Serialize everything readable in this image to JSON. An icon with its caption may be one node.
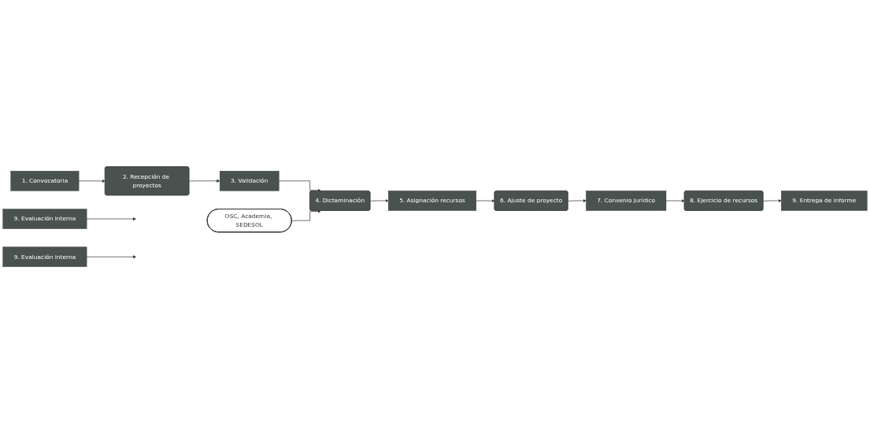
{
  "diagram": {
    "nodes": [
      {
        "text": [
          "1. Convocatoria"
        ]
      },
      {
        "text": [
          "2. Recepción de proyectos"
        ]
      },
      {
        "text": [
          "3. Validación"
        ]
      },
      {
        "text": [
          "4. Dictaminación"
        ]
      },
      {
        "text": [
          "OSC, Academia, SEDESOL"
        ]
      },
      {
        "text": [
          "5. Asignación recursos"
        ]
      },
      {
        "text": [
          "6. Ajuste de proyecto"
        ]
      },
      {
        "text": [
          "7. Convenio jurídico"
        ]
      },
      {
        "text": [
          "8. Ejercicio de recursos"
        ]
      },
      {
        "text": [
          "9. Entrega de informe"
        ]
      },
      {
        "text": [
          "9. Evaluación interna"
        ]
      },
      {
        "text": [
          "9. Evaluación interna"
        ]
      }
    ],
    "edges": [
      {
        "from": 0,
        "to": 1,
        "arrow": "to"
      },
      {
        "from": 1,
        "to": 2,
        "arrow": "to"
      },
      {
        "from": 2,
        "to": 3,
        "arrow": "to"
      },
      {
        "from": 4,
        "to": 3,
        "arrow": "to"
      },
      {
        "from": 3,
        "to": 5,
        "arrow": "to"
      },
      {
        "from": 5,
        "to": 6,
        "arrow": "to"
      },
      {
        "from": 6,
        "to": 7,
        "arrow": "to"
      },
      {
        "from": 7,
        "to": 8,
        "arrow": "to"
      },
      {
        "from": 8,
        "to": 9,
        "arrow": "to"
      },
      {
        "from": 10,
        "to": null,
        "arrow": "to"
      },
      {
        "from": 11,
        "to": null,
        "arrow": "to"
      }
    ]
  }
}
